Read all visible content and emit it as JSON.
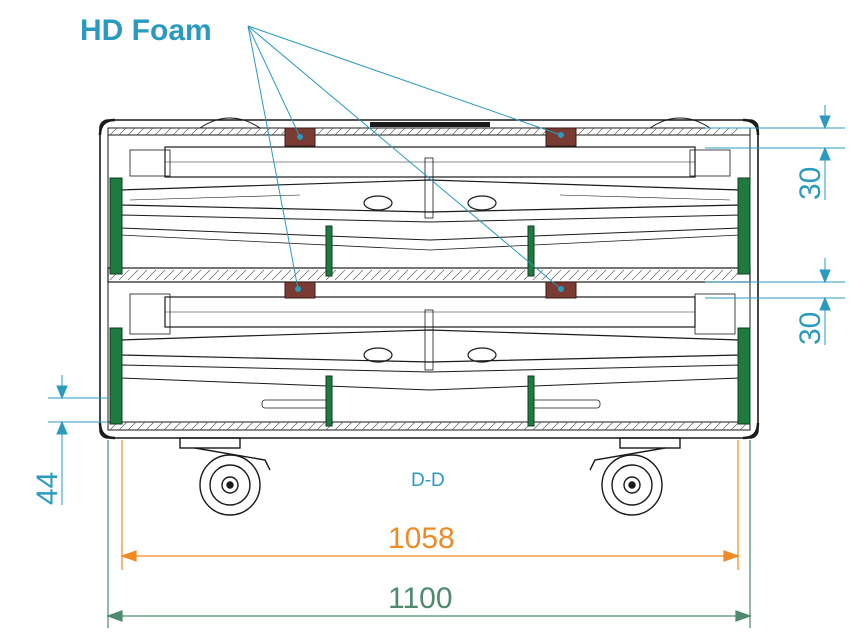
{
  "title": "HD Foam",
  "section_label": "D-D",
  "dimensions": {
    "inner_width": "1058",
    "outer_width": "1100",
    "top_gap": "30",
    "middle_gap": "30",
    "base_height": "44"
  },
  "colors": {
    "annotation": "#2a9bbf",
    "outline": "#1a1a1a",
    "foam": "#7a3b32",
    "green_rail": "#1f7a3f",
    "orange_dim": "#f08a24",
    "green_dim": "#4e8a6e"
  }
}
